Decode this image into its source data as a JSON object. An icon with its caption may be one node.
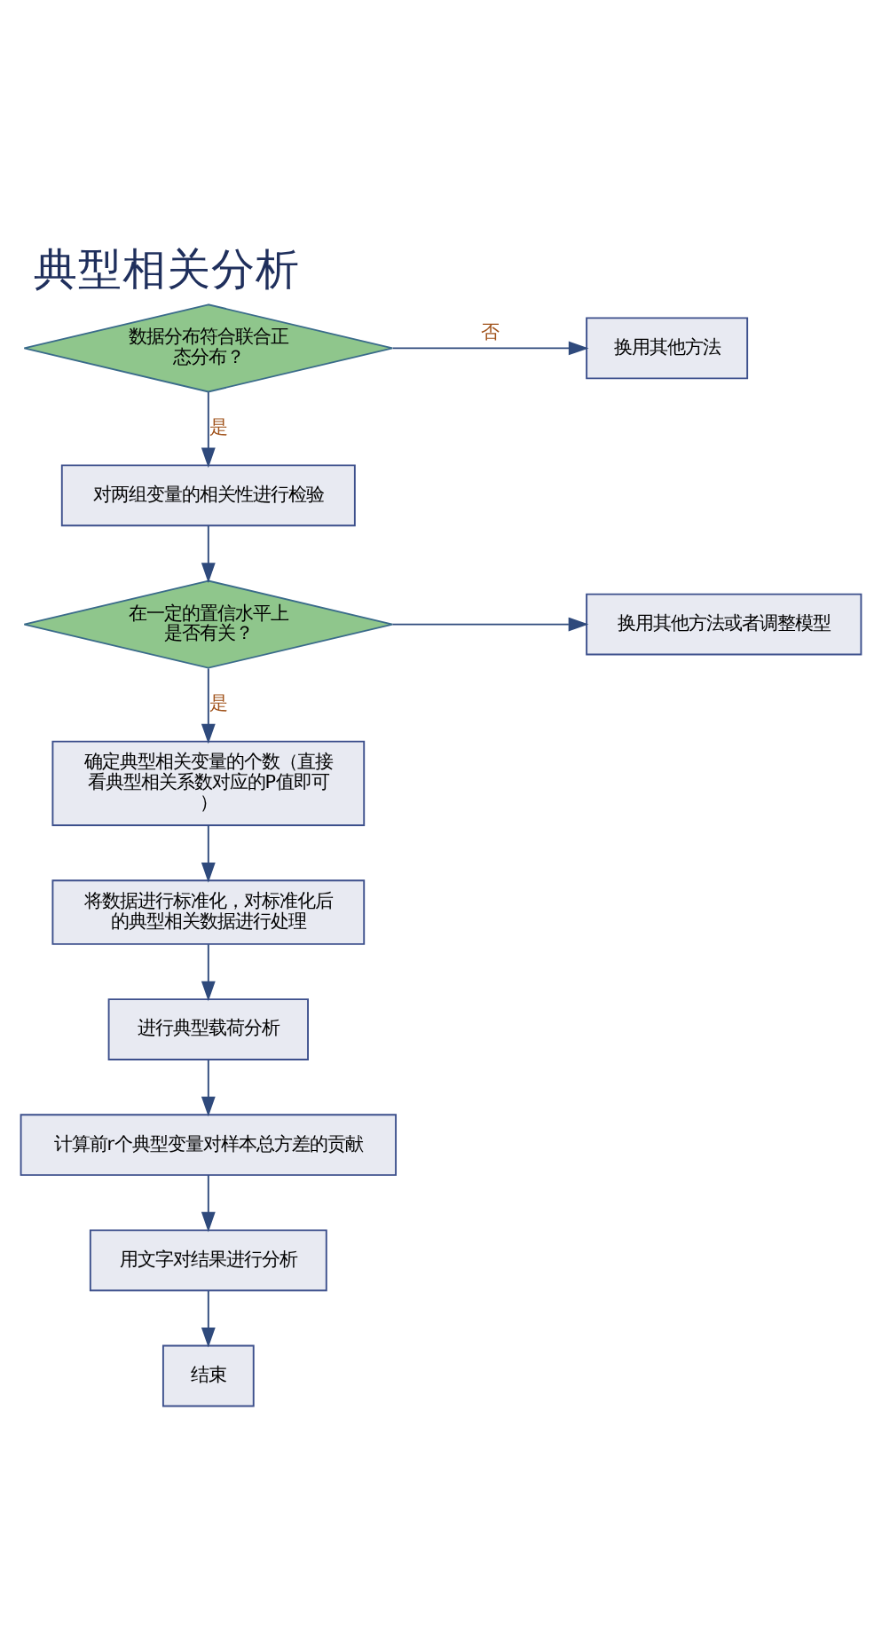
{
  "diagram": {
    "title": "典型相关分析",
    "nodes": [
      {
        "text": [
          "数据分布符合联合正态分布？"
        ]
      },
      {
        "text": [
          "换用其他方法"
        ]
      },
      {
        "text": [
          "对两组变量的相关性进行检验"
        ]
      },
      {
        "text": [
          "在一定的置信水平上是否有关？"
        ]
      },
      {
        "text": [
          "换用其他方法或者调整模型"
        ]
      },
      {
        "text": [
          "确定典型相关变量的个数（直接看典型相关系数对应的P值即可）"
        ]
      },
      {
        "text": [
          "将数据进行标准化，对标准化后的典型相关数据进行处理"
        ]
      },
      {
        "text": [
          "进行典型载荷分析"
        ]
      },
      {
        "text": [
          "计算前r个典型变量对样本总方差的贡献"
        ]
      },
      {
        "text": [
          "用文字对结果进行分析"
        ]
      },
      {
        "text": [
          "结束"
        ]
      }
    ],
    "edges": [
      {
        "from": 0,
        "to": 1,
        "arrow": "to",
        "label": "否"
      },
      {
        "from": 0,
        "to": 2,
        "arrow": "to",
        "label": "是"
      },
      {
        "from": 2,
        "to": 3,
        "arrow": "to"
      },
      {
        "from": 3,
        "to": 4,
        "arrow": "to"
      },
      {
        "from": 3,
        "to": 5,
        "arrow": "to",
        "label": "是"
      },
      {
        "from": 5,
        "to": 6,
        "arrow": "to"
      },
      {
        "from": 6,
        "to": 7,
        "arrow": "to"
      },
      {
        "from": 7,
        "to": 8,
        "arrow": "to"
      },
      {
        "from": 8,
        "to": 9,
        "arrow": "to"
      },
      {
        "from": 9,
        "to": 10,
        "arrow": "to"
      }
    ]
  }
}
